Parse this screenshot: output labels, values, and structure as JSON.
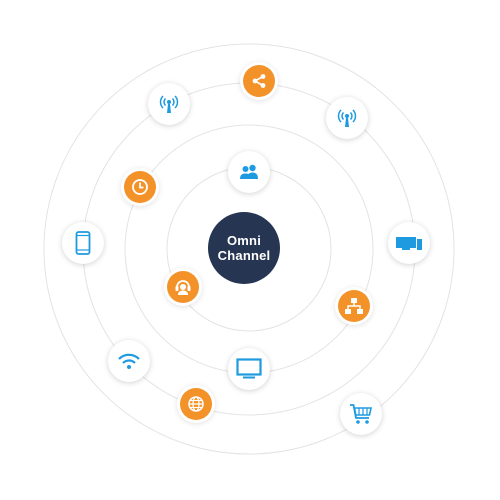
{
  "center": {
    "line1": "Omni",
    "line2": "Channel"
  },
  "colors": {
    "blue": "#1e9be0",
    "orange": "#f4922a",
    "navy": "#263652",
    "ring": "#e3e3e3"
  },
  "nodes": [
    {
      "name": "share-icon",
      "style": "orange"
    },
    {
      "name": "broadcast-tower-icon",
      "style": "white"
    },
    {
      "name": "broadcast-tower-icon",
      "style": "white"
    },
    {
      "name": "users-icon",
      "style": "white"
    },
    {
      "name": "clock-icon",
      "style": "orange"
    },
    {
      "name": "mobile-phone-icon",
      "style": "white"
    },
    {
      "name": "desktop-devices-icon",
      "style": "white"
    },
    {
      "name": "customer-support-icon",
      "style": "orange"
    },
    {
      "name": "sitemap-icon",
      "style": "orange"
    },
    {
      "name": "wifi-icon",
      "style": "white"
    },
    {
      "name": "monitor-icon",
      "style": "white"
    },
    {
      "name": "globe-icon",
      "style": "orange"
    },
    {
      "name": "shopping-cart-icon",
      "style": "white"
    }
  ]
}
